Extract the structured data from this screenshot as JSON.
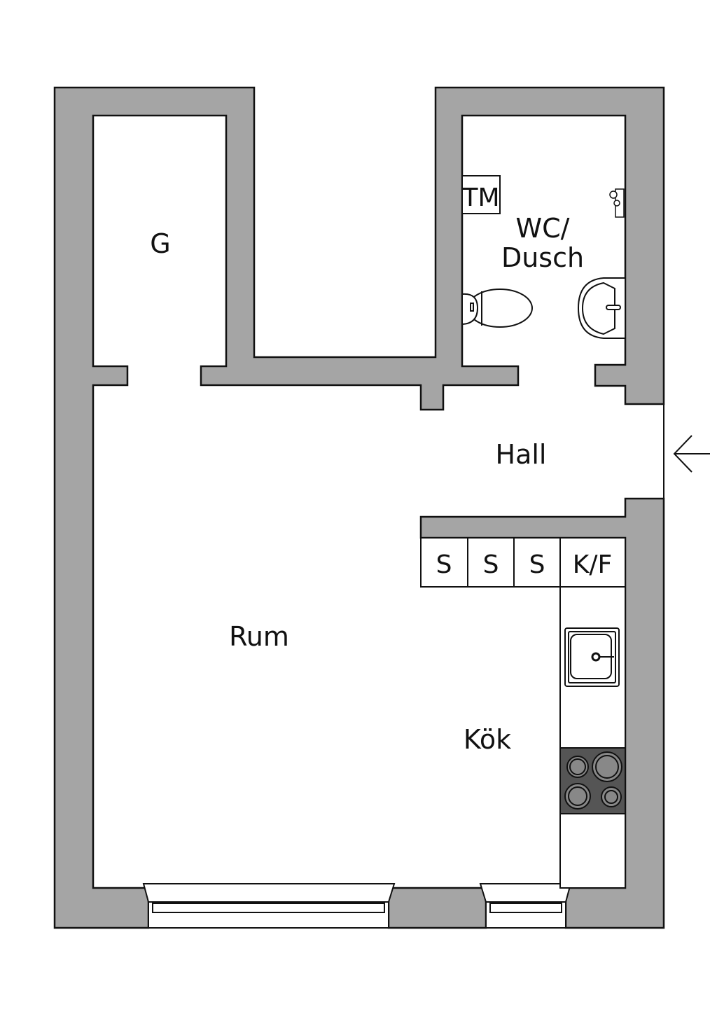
{
  "rooms": {
    "storage": "G",
    "bathroom_line1": "WC/",
    "bathroom_line2": "Dusch",
    "hall": "Hall",
    "living": "Rum",
    "kitchen": "Kök"
  },
  "fixtures": {
    "washer": "TM",
    "cabinets": [
      "S",
      "S",
      "S",
      "K/F"
    ]
  },
  "colors": {
    "wall": "#a5a5a5",
    "stove": "#555555",
    "line": "#111111"
  }
}
